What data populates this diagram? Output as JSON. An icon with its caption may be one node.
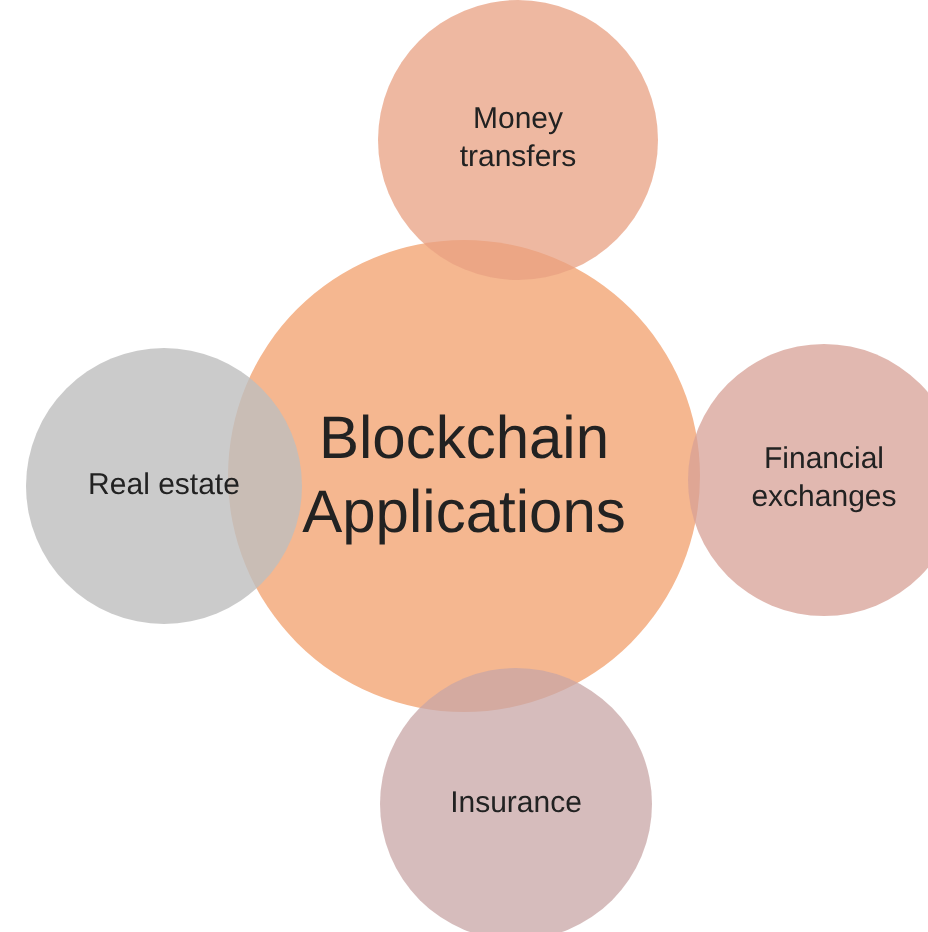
{
  "diagram": {
    "nodes": [
      {
        "text": [
          "Money transfers"
        ]
      },
      {
        "text": [
          "Real estate"
        ]
      },
      {
        "text": [
          "Blockchain Applications"
        ]
      },
      {
        "text": [
          "Financial exchanges"
        ]
      },
      {
        "text": [
          "Insurance"
        ]
      }
    ]
  }
}
